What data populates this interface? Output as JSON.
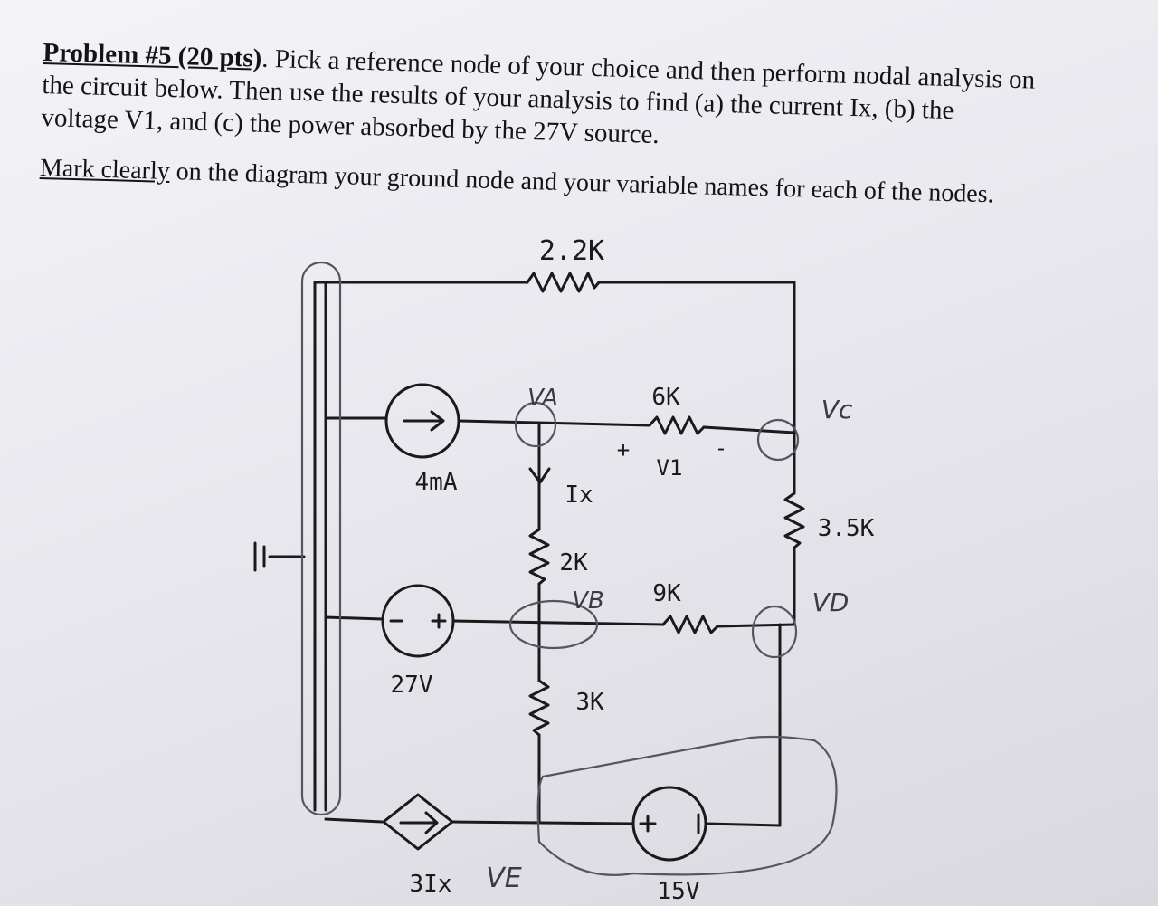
{
  "problem": {
    "heading": "Problem #5 (20 pts)",
    "line1_rest": ". Pick a reference node of your choice and then perform nodal analysis on",
    "line2": "the circuit below. Then use the results of your analysis to find (a) the current Ix, (b) the",
    "line3": "voltage V1, and (c) the power absorbed by the 27V source."
  },
  "instruction": {
    "underlined": "Mark clearly",
    "rest": " on the diagram your ground node and your variable names for each of the nodes."
  },
  "circuit": {
    "r_top": "2.2K",
    "r_6k": "6K",
    "r_35k": "3.5K",
    "r_2k": "2K",
    "r_9k": "9K",
    "r_3k": "3K",
    "src_4ma": "4mA",
    "src_27v": "27V",
    "src_3ix": "3Ix",
    "src_15v": "15V",
    "ix_label": "Ix",
    "v1_label": "V1",
    "plus": "+",
    "minus": "-"
  },
  "annotations": {
    "va": "VA",
    "vb": "VB",
    "vc": "Vc",
    "vd": "VD",
    "ve": "VE"
  }
}
